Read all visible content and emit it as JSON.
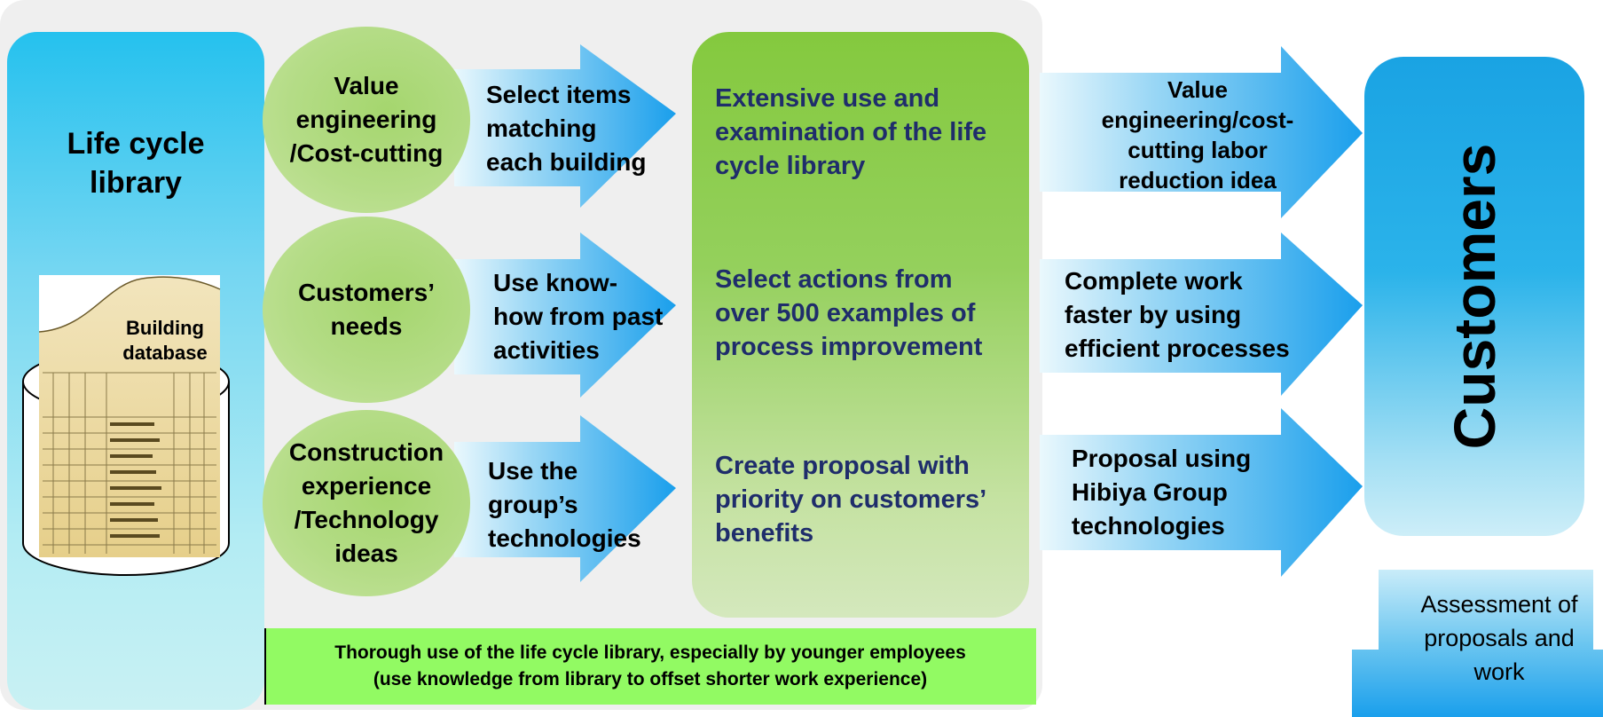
{
  "library": {
    "title_line1": "Life cycle",
    "title_line2": "library",
    "database_line1": "Building",
    "database_line2": "database"
  },
  "inputs": [
    {
      "label_lines": [
        "Value",
        "engineering",
        "/Cost-cutting"
      ]
    },
    {
      "label_lines": [
        "Customers’",
        "needs"
      ]
    },
    {
      "label_lines": [
        "Construction",
        "experience",
        "/Technology",
        "ideas"
      ]
    }
  ],
  "actions": [
    {
      "lines": [
        "Select items",
        "matching",
        "each building"
      ]
    },
    {
      "lines": [
        "Use know-",
        "how from past",
        "activities"
      ]
    },
    {
      "lines": [
        "Use the",
        "group’s",
        "technologies"
      ]
    }
  ],
  "center": [
    {
      "lines": [
        "Extensive use and",
        "examination of the life",
        "cycle library"
      ]
    },
    {
      "lines": [
        "Select actions from",
        "over 500 examples of",
        "process improvement"
      ]
    },
    {
      "lines": [
        "Create proposal with",
        "priority on customers’",
        "benefits"
      ]
    }
  ],
  "outputs": [
    {
      "lines": [
        "Value",
        "engineering/cost-",
        "cutting labor",
        "reduction idea"
      ]
    },
    {
      "lines": [
        "Complete work",
        "faster by using",
        "efficient processes"
      ]
    },
    {
      "lines": [
        "Proposal using",
        "Hibiya Group",
        "technologies"
      ]
    }
  ],
  "customers": {
    "label": "Customers"
  },
  "assessment": {
    "lines": [
      "Assessment of",
      "proposals and",
      "work"
    ]
  },
  "bottom_bar": {
    "line1": "Thorough use of the life cycle library, especially by younger employees",
    "line2": "(use knowledge from library to offset shorter work experience)"
  },
  "colors": {
    "center_text": "#1f2d6b",
    "green_bar": "#92fa63",
    "arrow_blue": "#22a6ef",
    "oval_green": "#a5d66e"
  }
}
